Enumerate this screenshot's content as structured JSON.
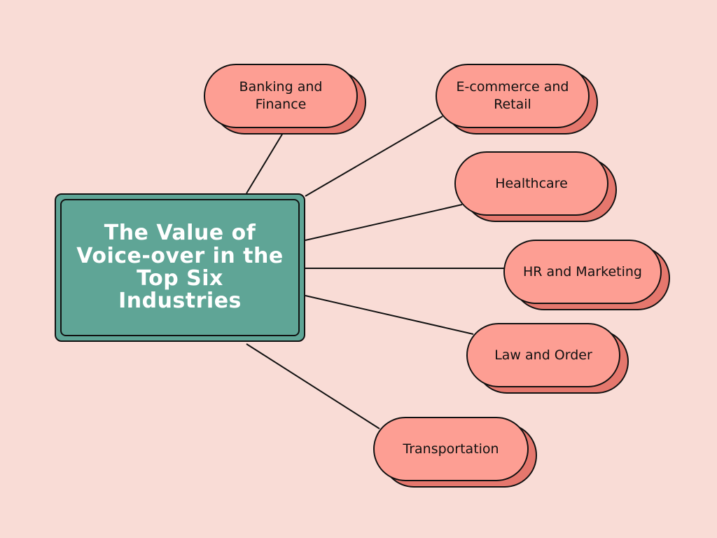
{
  "diagram": {
    "title": "The Value of Voice-over in the Top Six Industries",
    "nodes": [
      {
        "id": "banking",
        "label": "Banking and Finance"
      },
      {
        "id": "ecommerce",
        "label": "E-commerce and Retail"
      },
      {
        "id": "healthcare",
        "label": "Healthcare"
      },
      {
        "id": "hr",
        "label": "HR and Marketing"
      },
      {
        "id": "law",
        "label": "Law and Order"
      },
      {
        "id": "transport",
        "label": "Transportation"
      }
    ],
    "edges": [
      {
        "from": "center",
        "to": "banking"
      },
      {
        "from": "center",
        "to": "ecommerce"
      },
      {
        "from": "center",
        "to": "healthcare"
      },
      {
        "from": "center",
        "to": "hr"
      },
      {
        "from": "center",
        "to": "law"
      },
      {
        "from": "center",
        "to": "transport"
      }
    ]
  },
  "colors": {
    "background": "#f9dcd6",
    "center_fill": "#5fa596",
    "center_text": "#ffffff",
    "pill_fill": "#fd9e93",
    "pill_shadow": "#e5776d",
    "outline": "#111111",
    "connector": "#111111"
  }
}
